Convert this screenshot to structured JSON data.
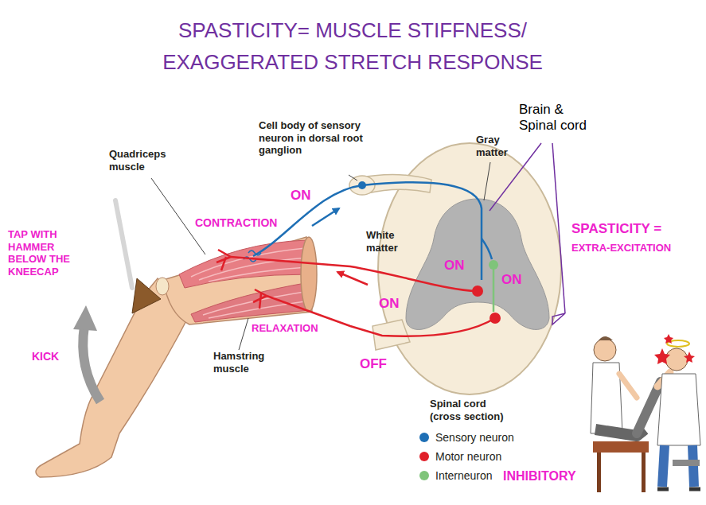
{
  "diagram": {
    "title": "SPASTICITY= MUSCLE STIFFNESS/ EXAGGERATED STRETCH RESPONSE",
    "labels": [
      "Cell body of sensory neuron in dorsal root ganglion",
      "Quadriceps muscle",
      "Gray matter",
      "Brain & Spinal cord",
      "ON",
      "CONTRACTION",
      "TAP WITH HAMMER BELOW THE KNEECAP",
      "White matter",
      "SPASTICITY =",
      "EXTRA-EXCITATION",
      "ON",
      "ON",
      "ON",
      "RELAXATION",
      "Hamstring muscle",
      "KICK",
      "OFF",
      "Spinal cord (cross section)",
      "INHIBITORY"
    ],
    "legend": [
      {
        "text": "Sensory neuron",
        "color": "#1e6fb5"
      },
      {
        "text": "Motor neuron",
        "color": "#e0202a"
      },
      {
        "text": "Interneuron",
        "color": "#7fc47a"
      }
    ]
  }
}
